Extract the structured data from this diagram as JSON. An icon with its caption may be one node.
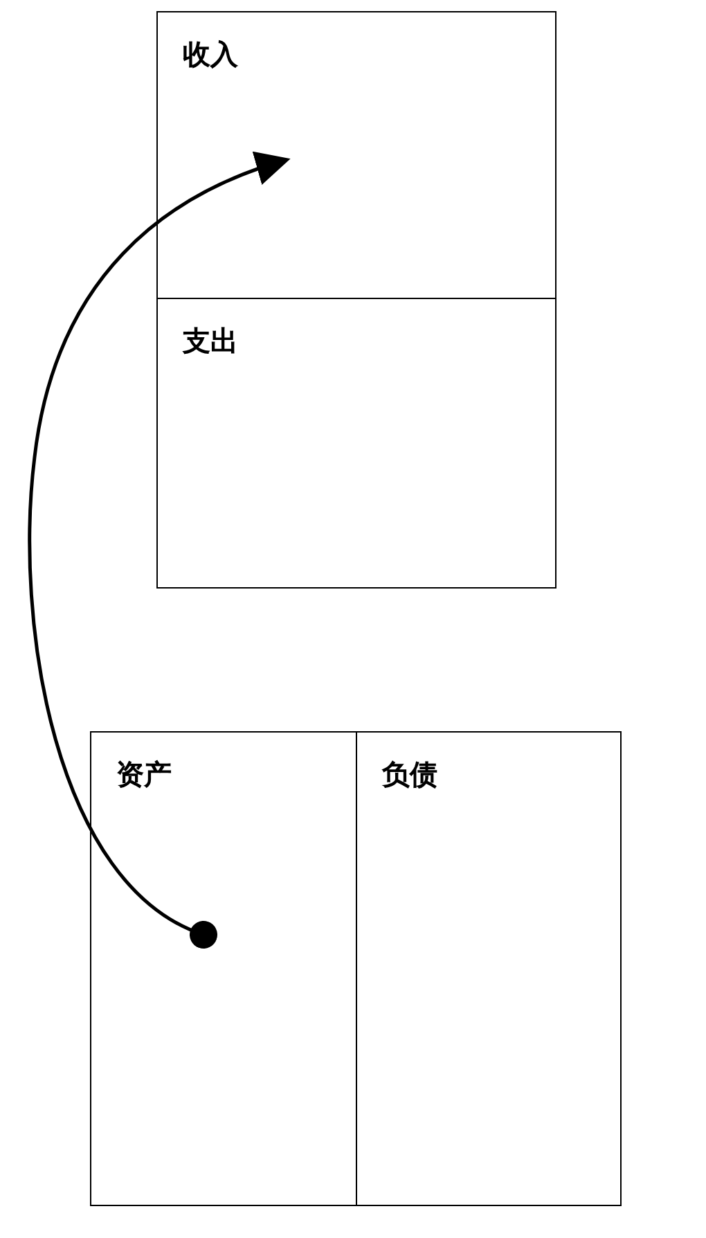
{
  "diagram": {
    "nodes": [
      {
        "text": [
          "收入"
        ]
      },
      {
        "text": [
          "支出"
        ]
      },
      {
        "text": [
          "资产"
        ]
      },
      {
        "text": [
          "负债"
        ]
      }
    ],
    "edges": [
      {
        "from": 2,
        "to": 0,
        "arrow": "to"
      }
    ]
  }
}
